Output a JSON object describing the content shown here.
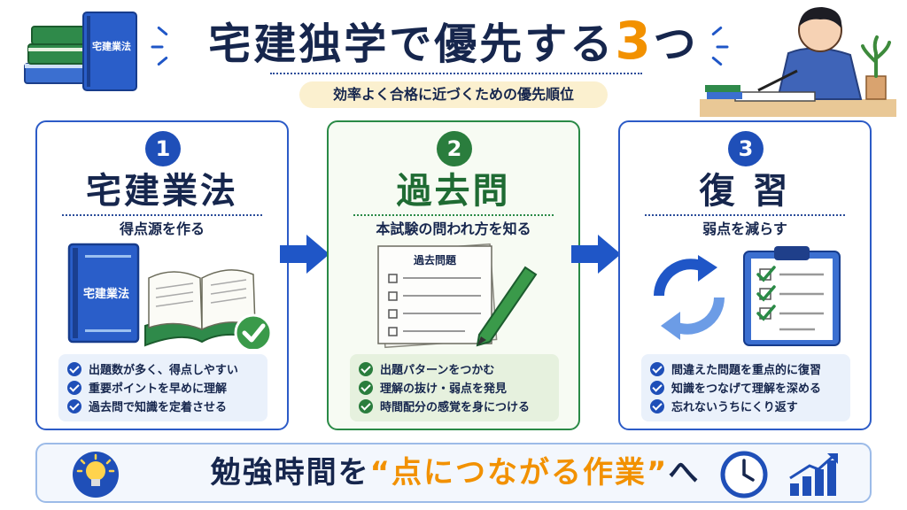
{
  "header": {
    "title_main": "宅建独学で優先する",
    "title_number": "3",
    "title_suffix": "つ",
    "subtitle": "効率よく合格に近づくための優先順位"
  },
  "cards": [
    {
      "number": "1",
      "title": "宅建業法",
      "subtitle": "得点源を作る",
      "book_label": "宅建業法",
      "points": [
        "出題数が多く、得点しやすい",
        "重要ポイントを早めに理解",
        "過去問で知識を定着させる"
      ]
    },
    {
      "number": "2",
      "title": "過去問",
      "subtitle": "本試験の問われ方を知る",
      "paper_label": "過去問題",
      "points": [
        "出題パターンをつかむ",
        "理解の抜け・弱点を発見",
        "時間配分の感覚を身につける"
      ]
    },
    {
      "number": "3",
      "title": "復 習",
      "subtitle": "弱点を減らす",
      "points": [
        "間違えた問題を重点的に復習",
        "知識をつなげて理解を深める",
        "忘れないうちにくり返す"
      ]
    }
  ],
  "banner": {
    "prefix": "勉強時間を",
    "highlight": "“点につながる作業”",
    "suffix": "へ"
  },
  "colors": {
    "navy": "#16264d",
    "blue": "#1f4fb8",
    "green": "#2a7d3d",
    "orange": "#f29100",
    "cream": "#fbf0cf"
  }
}
